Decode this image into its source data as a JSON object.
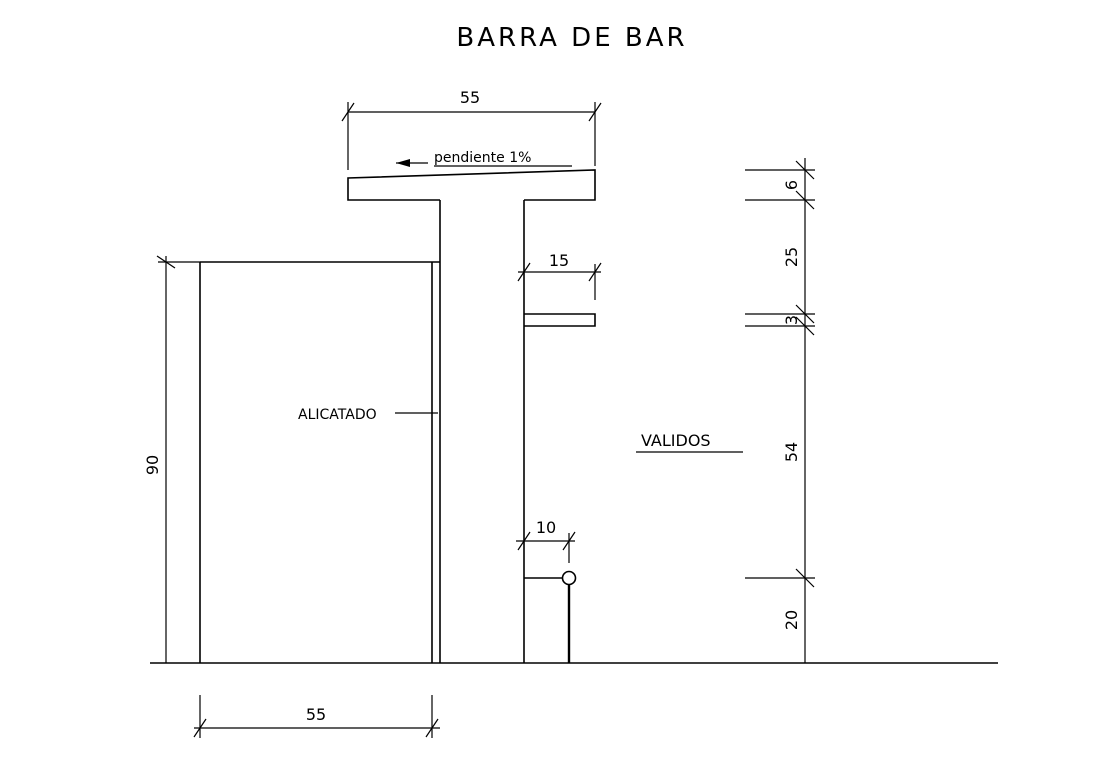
{
  "title": "BARRA DE BAR",
  "labels": {
    "slope": "pendiente 1%",
    "tiling": "ALICATADO",
    "accessible": "VALIDOS"
  },
  "dimensions": {
    "counter_top_width": "55",
    "counter_base_width": "55",
    "counter_height": "90",
    "shelf_depth": "15",
    "footrest_offset": "10",
    "top_thickness": "6",
    "top_to_shelf": "25",
    "shelf_thickness": "3",
    "shelf_to_footrest": "54",
    "footrest_height": "20"
  },
  "colors": {
    "line": "#000000",
    "background": "#ffffff"
  }
}
